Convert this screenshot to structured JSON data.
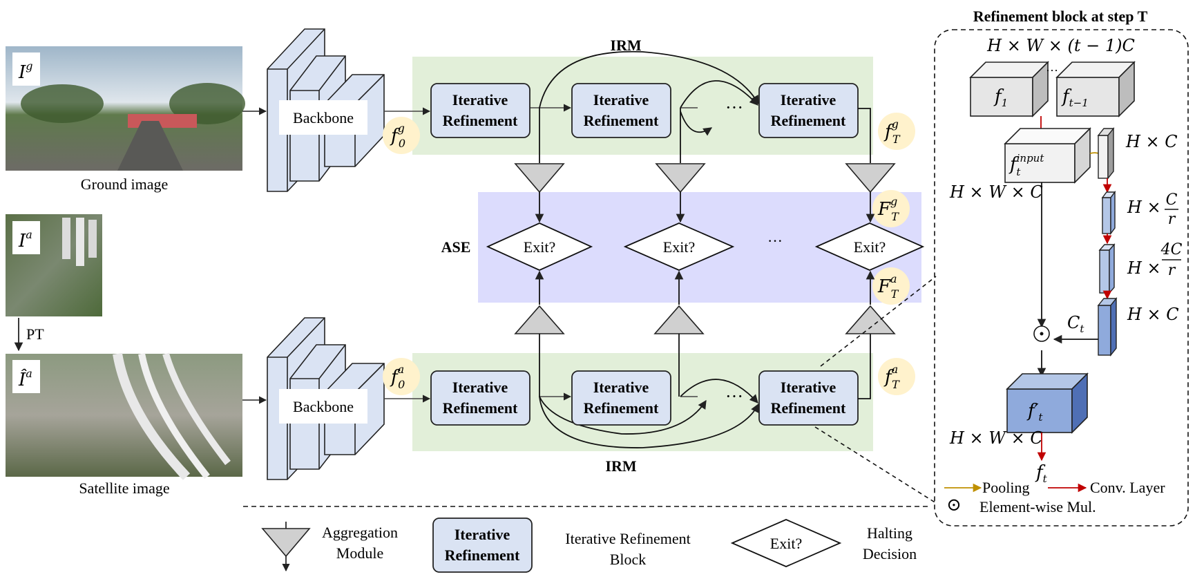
{
  "labels": {
    "irm_top": "IRM",
    "irm_bottom": "IRM",
    "ase": "ASE",
    "ground_caption": "Ground image",
    "satellite_caption": "Satellite image",
    "pt": "PT",
    "backbone": "Backbone",
    "exit": "Exit?",
    "dots": "···"
  },
  "inputs": {
    "ground_symbol": "I",
    "ground_sup": "g",
    "aerial_symbol": "I",
    "aerial_sup": "a",
    "transformed_symbol": "Î",
    "transformed_sup": "a"
  },
  "iter_block": {
    "line1": "Iterative",
    "line2": "Refinement"
  },
  "features": {
    "f": "f",
    "F": "F",
    "sub0": "0",
    "subT": "T",
    "g": "g",
    "a": "a"
  },
  "refinement_panel": {
    "title": "Refinement block at step T",
    "top_dims": "H × W × (t − 1)C",
    "f1": "f",
    "f1_sub": "1",
    "ft1": "f",
    "ft1_sub": "t−1",
    "input_sym": "f",
    "input_sup": "input",
    "input_sub": "t",
    "hwc1": "H × W × C",
    "hc1": "H × C",
    "h_times": "H ×",
    "c_over_r_num": "C",
    "r": "r",
    "c4_over_r_num": "4C",
    "hc2": "H × C",
    "ct": "C",
    "ct_sub": "t",
    "fprime": "f′",
    "fprime_sub": "t",
    "hwc2": "H × W × C",
    "ft": "f",
    "ft_sub": "t",
    "pooling": "Pooling",
    "conv": "Conv. Layer",
    "elementwise": "Element-wise Mul.",
    "odot": "⊙"
  },
  "legend": {
    "aggregation_line1": "Aggregation",
    "aggregation_line2": "Module",
    "irb_line1": "Iterative Refinement",
    "irb_line2": "Block",
    "halting_line1": "Halting",
    "halting_line2": "Decision"
  },
  "colors": {
    "irm_band": "#e2efd9",
    "ase_band": "#dcdcfd",
    "block_fill": "#dae3f3",
    "feature_circle": "#fff2cc",
    "triangle": "#d0d0d0",
    "pooling_arrow": "#bf9000",
    "conv_arrow": "#c00000",
    "dark_blue": "#8faadc"
  }
}
